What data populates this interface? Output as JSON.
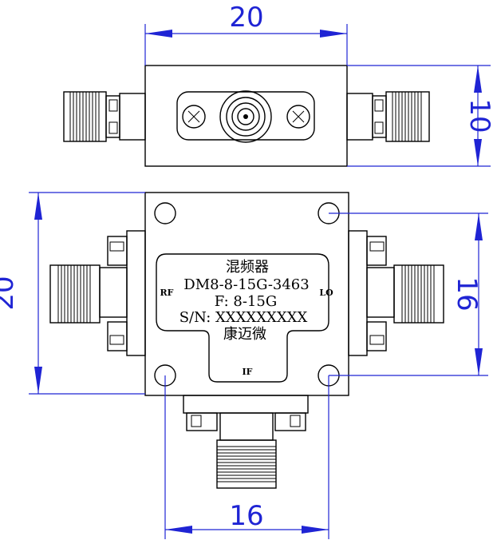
{
  "dimensions": {
    "top_width": "20",
    "top_height": "10",
    "front_height": "20",
    "front_hole_vertical": "16",
    "front_hole_horizontal": "16"
  },
  "label": {
    "line1": "混频器",
    "line2": "DM8-8-15G-3463",
    "line3": "F: 8-15G",
    "line4": "S/N: XXXXXXXXX",
    "line5": "康迈微"
  },
  "ports": {
    "rf": "RF",
    "lo": "LO",
    "if": "IF"
  },
  "colors": {
    "dimension": "#1f24d4",
    "outline": "#000000"
  }
}
